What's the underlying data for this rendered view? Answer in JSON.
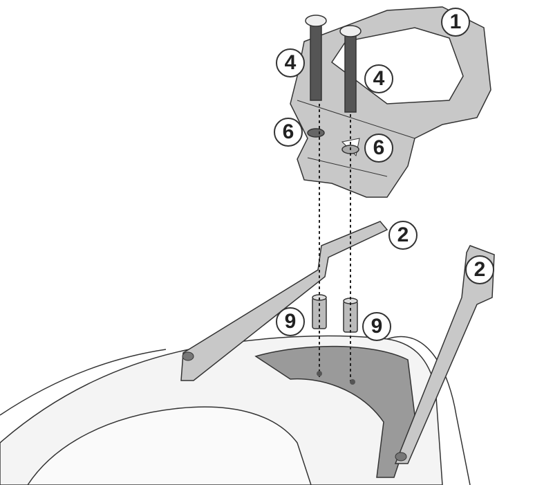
{
  "colors": {
    "part_fill": "#c8c8c8",
    "dark_part": "#9a9a9a",
    "outline": "#333333",
    "seat_fill": "#f4f4f4"
  },
  "callouts": [
    {
      "label": "1",
      "part": "mounting-plate"
    },
    {
      "label": "4",
      "part": "screw-left"
    },
    {
      "label": "4",
      "part": "screw-right"
    },
    {
      "label": "6",
      "part": "washer-left"
    },
    {
      "label": "6",
      "part": "washer-right"
    },
    {
      "label": "2",
      "part": "rail-left"
    },
    {
      "label": "2",
      "part": "rail-right"
    },
    {
      "label": "9",
      "part": "spacer-left"
    },
    {
      "label": "9",
      "part": "spacer-right"
    }
  ]
}
